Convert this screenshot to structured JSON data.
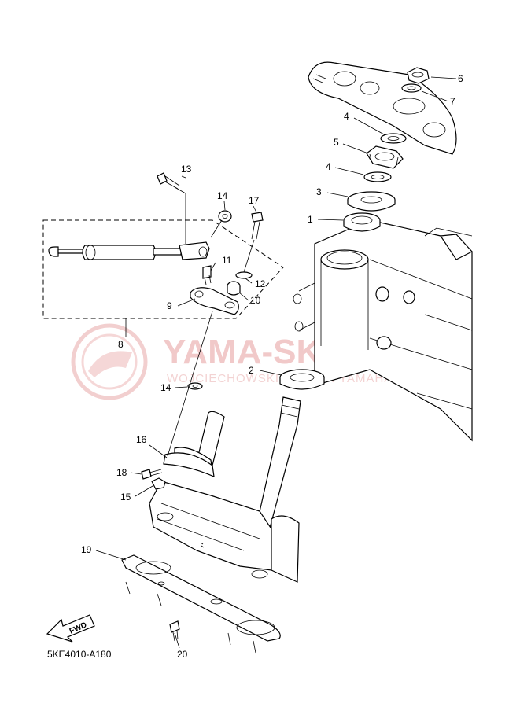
{
  "diagram": {
    "part_code": "5KE4010-A180",
    "fwd_label": "FWD",
    "watermark": {
      "title": "YAMA-SKLEP.PL",
      "subtitle": "WOJCIECHOWSKI DEALER YAMAHA"
    },
    "callouts": [
      {
        "id": "c1",
        "label": "1"
      },
      {
        "id": "c2",
        "label": "2"
      },
      {
        "id": "c3",
        "label": "3"
      },
      {
        "id": "c4a",
        "label": "4"
      },
      {
        "id": "c4b",
        "label": "4"
      },
      {
        "id": "c5",
        "label": "5"
      },
      {
        "id": "c6",
        "label": "6"
      },
      {
        "id": "c7",
        "label": "7"
      },
      {
        "id": "c8",
        "label": "8"
      },
      {
        "id": "c9",
        "label": "9"
      },
      {
        "id": "c10",
        "label": "10"
      },
      {
        "id": "c11",
        "label": "11"
      },
      {
        "id": "c12",
        "label": "12"
      },
      {
        "id": "c13",
        "label": "13"
      },
      {
        "id": "c14a",
        "label": "14"
      },
      {
        "id": "c14b",
        "label": "14"
      },
      {
        "id": "c15",
        "label": "15"
      },
      {
        "id": "c16",
        "label": "16"
      },
      {
        "id": "c17",
        "label": "17"
      },
      {
        "id": "c18",
        "label": "18"
      },
      {
        "id": "c19",
        "label": "19"
      },
      {
        "id": "c20",
        "label": "20"
      }
    ]
  }
}
